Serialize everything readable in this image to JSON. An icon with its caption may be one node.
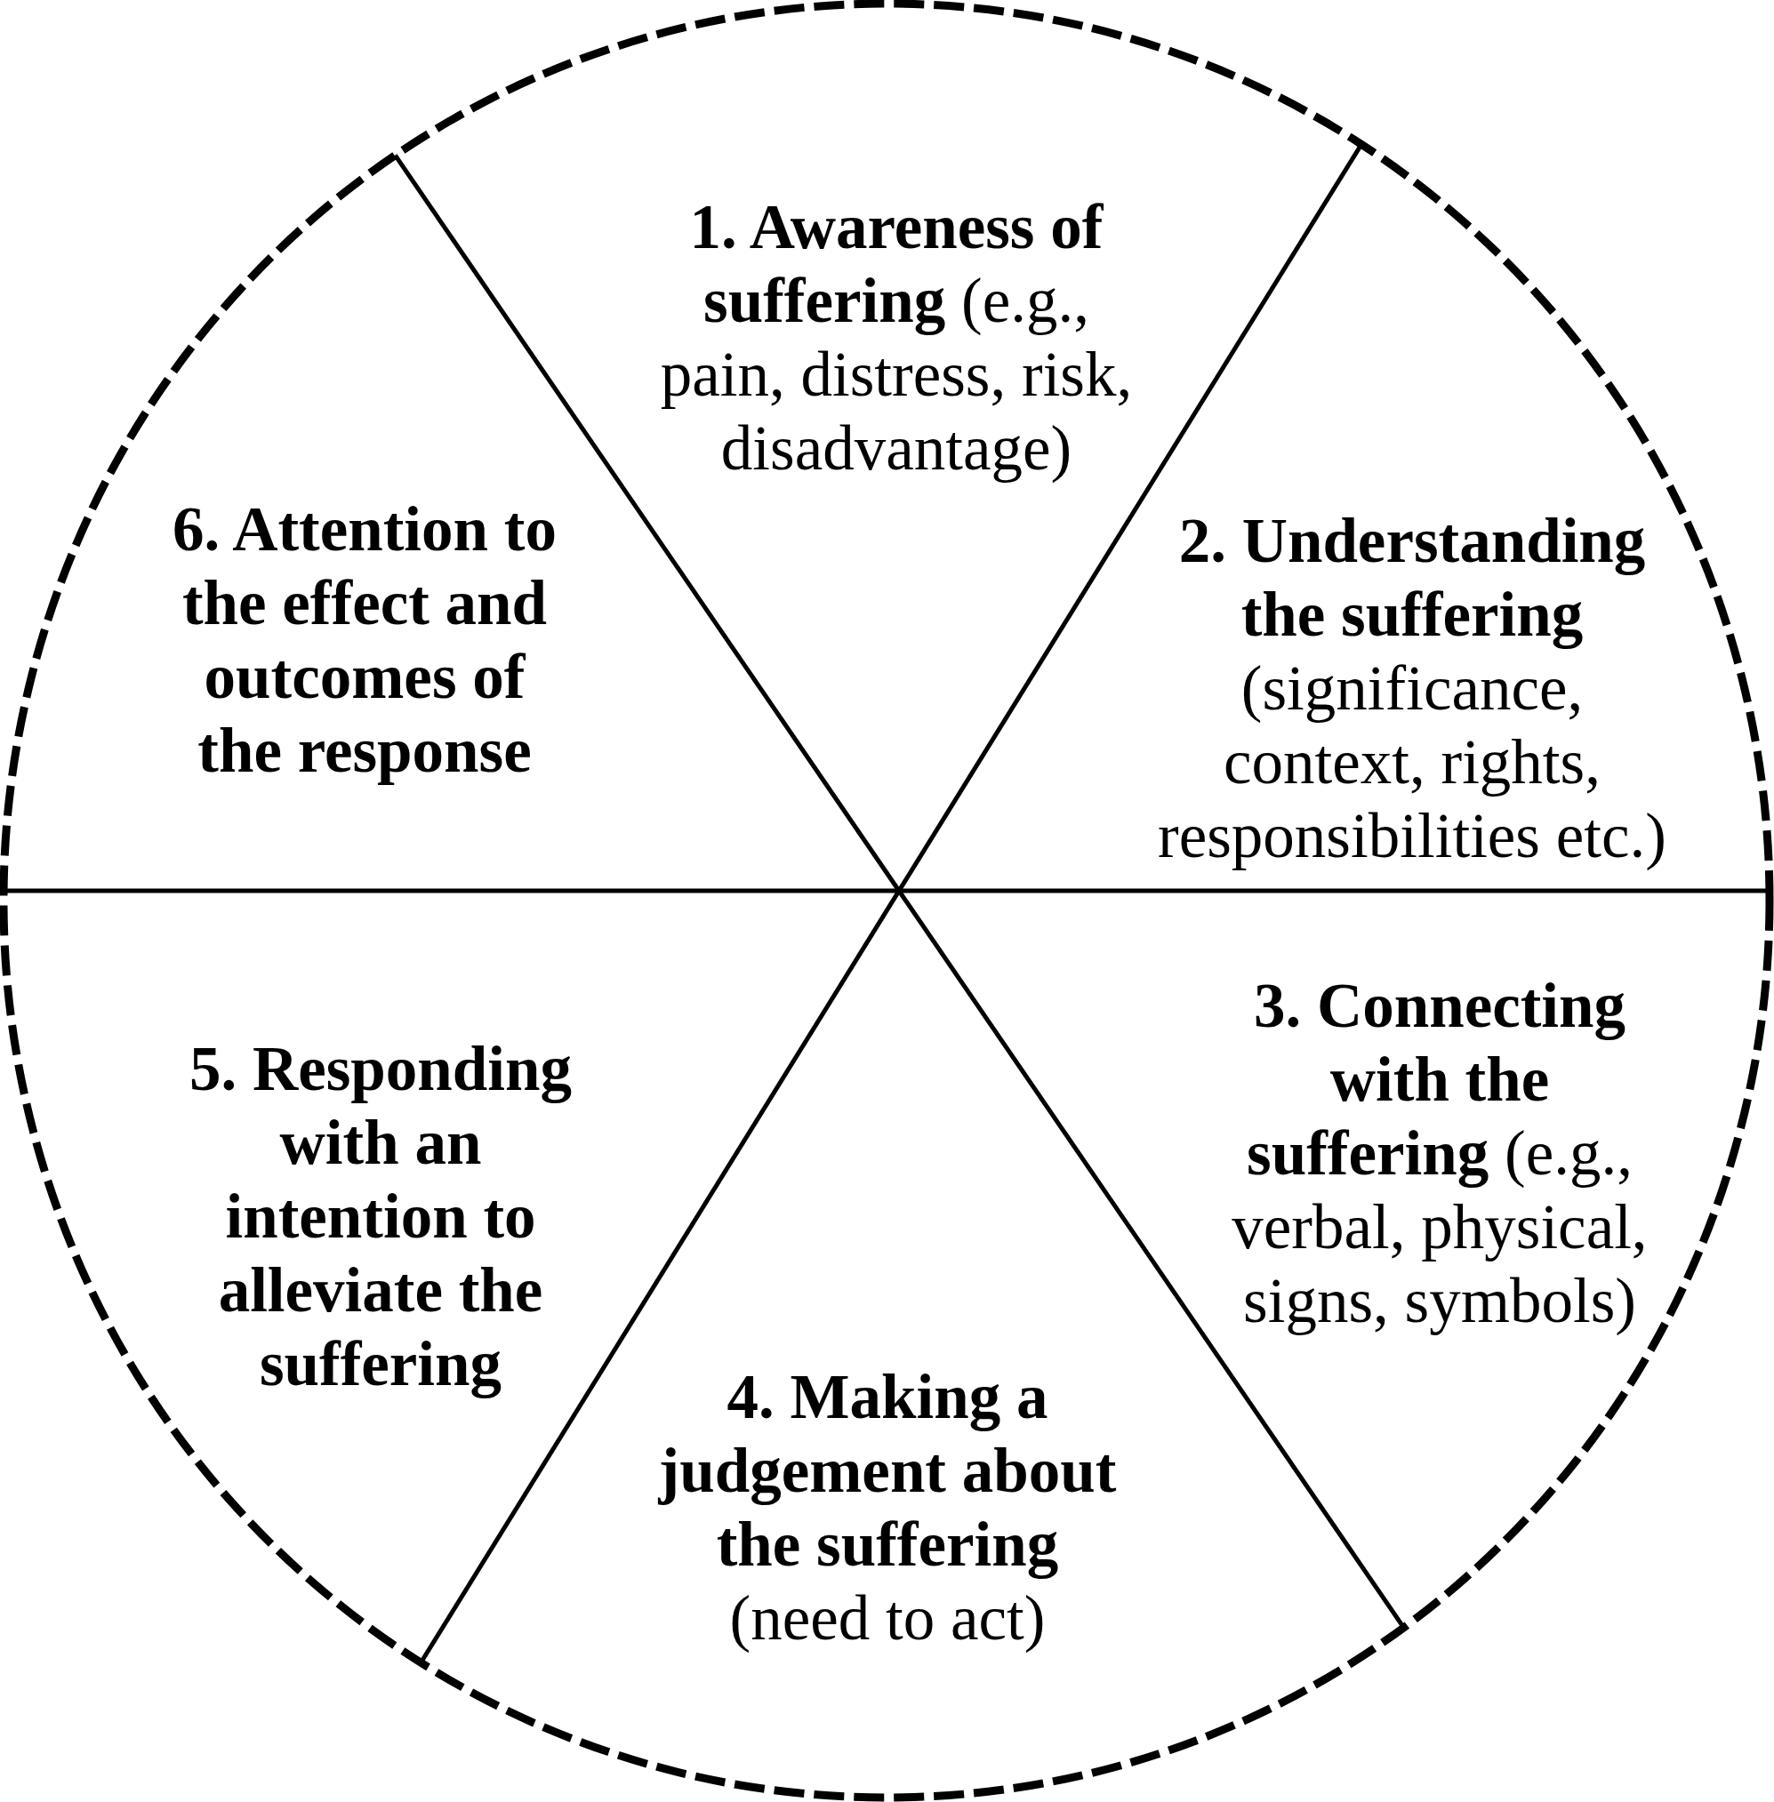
{
  "diagram": {
    "nodes": [
      {
        "text": [
          "**1. Awareness of suffering** (e.g., pain, distress, risk, disadvantage)"
        ]
      },
      {
        "text": [
          "**2. Understanding the suffering** (significance, context, rights, responsibilities etc.)"
        ]
      },
      {
        "text": [
          "**3. Connecting with the suffering** (e.g., verbal, physical, signs, symbols)"
        ]
      },
      {
        "text": [
          "**4. Making a judgement about the suffering** (need to act)"
        ]
      },
      {
        "text": [
          "5. Responding with an intention to alleviate the suffering"
        ]
      },
      {
        "text": [
          "6. Attention to the effect and outcomes of the response"
        ]
      }
    ]
  }
}
